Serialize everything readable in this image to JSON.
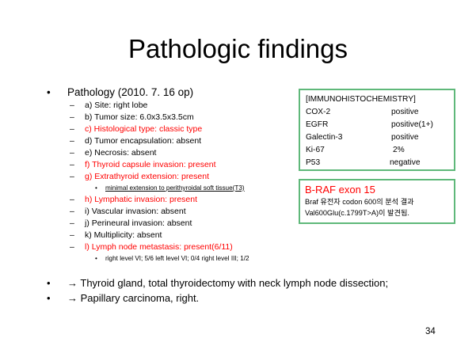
{
  "slide": {
    "title": "Pathologic findings",
    "bullet_char": "•",
    "dash_char": "–",
    "pathology": {
      "heading": "Pathology (2010. 7. 16 op)",
      "items": [
        "a) Site: right lobe",
        "b) Tumor size: 6.0x3.5x3.5cm",
        "c) Histological type: classic type",
        "d) Tumor encapsulation: absent",
        "e) Necrosis: absent",
        "f) Thyroid capsule invasion: present",
        "g) Extrathyroid extension: present",
        "h) Lymphatic invasion: present",
        "i) Vascular invasion: absent",
        "j) Perineural invasion: absent",
        "k) Multiplicity:  absent",
        "l) Lymph node metastasis: present(6/11)"
      ],
      "sub_g": "minimal extension to perithyroidal soft tissue(T3)",
      "sub_l": "right level VI; 5/6 left level VI; 0/4 right level III; 1/2"
    },
    "immuno": {
      "heading": "[IMMUNOHISTOCHEMISTRY]",
      "rows": [
        {
          "marker": "COX-2",
          "result": "positive"
        },
        {
          "marker": "EGFR",
          "result": "positive(1+)"
        },
        {
          "marker": "Galectin-3",
          "result": "positive"
        },
        {
          "marker": "Ki-67",
          "result": " 2%"
        },
        {
          "marker": "P53",
          "result": "negative"
        }
      ]
    },
    "braf": {
      "title": "B-RAF exon 15",
      "line1": "Braf 유전자 codon 600의 분석 결과",
      "line2": "Val600Glu(c.1799T>A)이 발견됨."
    },
    "conclusions": [
      "→ Thyroid gland, total thyroidectomy with neck lymph node dissection;",
      "→ Papillary carcinoma, right."
    ],
    "page_number": "34",
    "colors": {
      "highlight_red": "#ff0000",
      "box_border": "#5fb87a"
    }
  }
}
